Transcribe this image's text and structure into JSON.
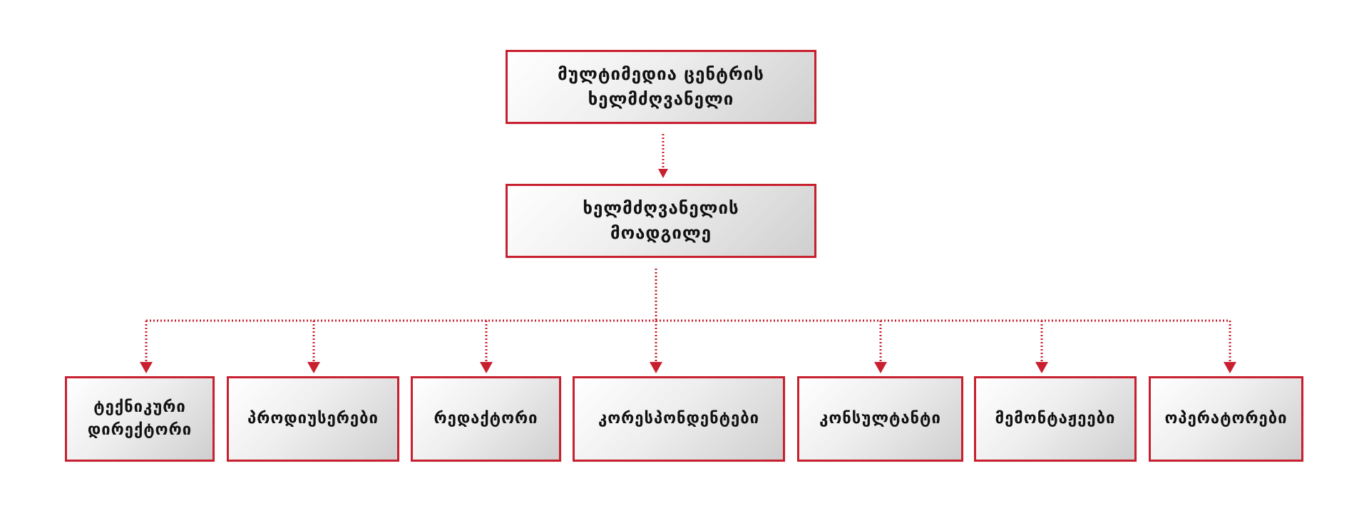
{
  "diagram": {
    "accent_color": "#c8202f",
    "root": {
      "line1": "მულტიმედია ცენტრის",
      "line2": "ხელმძღვანელი"
    },
    "deputy": {
      "line1": "ხელმძღვანელის",
      "line2": "მოადგილე"
    },
    "staff": [
      {
        "line1": "ტექნიკური",
        "line2": "დირექტორი"
      },
      {
        "label": "პროდიუსერები"
      },
      {
        "label": "რედაქტორი"
      },
      {
        "label": "კორესპონდენტები"
      },
      {
        "label": "კონსულტანტი"
      },
      {
        "label": "მემონტაჟეები"
      },
      {
        "label": "ოპერატორები"
      }
    ]
  }
}
